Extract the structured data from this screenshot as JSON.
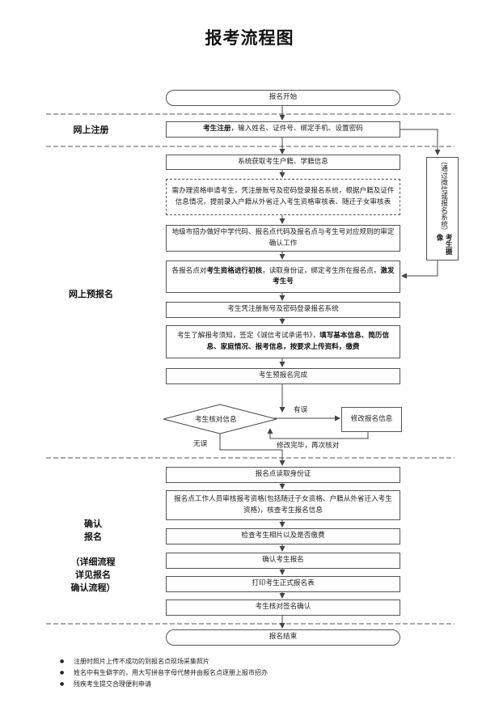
{
  "title": "报考流程图",
  "sections": {
    "online_register": "网上注册",
    "online_prereg": "网上预报名",
    "confirm": [
      "确认",
      "报名"
    ],
    "confirm_note": [
      "（详细流程",
      "详见报名",
      "确认流程）"
    ]
  },
  "steps": {
    "start": "报名开始",
    "register": [
      "考生注册",
      "，输入姓名、证件号、绑定手机、设置密码"
    ],
    "fetch": "系统获取考生户籍、学籍信息",
    "special": "需办理资格申请考生，凭注册账号及密码登录报名系统，根据户籍及证件信息情况，提前录入户籍从外省迁入考生资格审核表、随迁子女审核表",
    "district": "地级市招办做好中学代码、报名点代码及报名点与考生号对应规则的审定确认工作",
    "check": [
      "各报名点对",
      "考生资格进行初核",
      "，读取身份证，绑定考生所在报名点，",
      "激发考生号"
    ],
    "login": "考生凭注册账号及密码登录报名系统",
    "fill": [
      "考生了解报考须知，签定《诚信考试承诺书》，",
      "填写基本信息、简历信息、家庭情况、报考信息，按要求上传资料，缴费"
    ],
    "prereg_done": "考生预报名完成",
    "verify": "考生核对信息",
    "modify": "修改报名信息",
    "read_id": "报名点读取身份证",
    "audit": "报名点工作人员审核报考资格(包括随迁子女资格、户籍从外省迁入考生资格)，核查考生报名信息",
    "photo_fee": "检查考生相片以及是否缴费",
    "confirm_reg": "确认考生报名",
    "print": "打印考生正式报名表",
    "sign": "考生核对签名确认",
    "end": "报名结束"
  },
  "side_box": [
    "（通过微信或报名系统）",
    "考生摄像"
  ],
  "labels": {
    "error": "有误",
    "no_error": "无误",
    "resubmit": "修改完毕，再次核对"
  },
  "notes": [
    "注册时照片上传不成功的到报名点现场采集照片",
    "姓名中有生僻字的，用大写拼音字母代替并由报名点逐册上报市招办",
    "残疾考生提交合理便利申请"
  ]
}
